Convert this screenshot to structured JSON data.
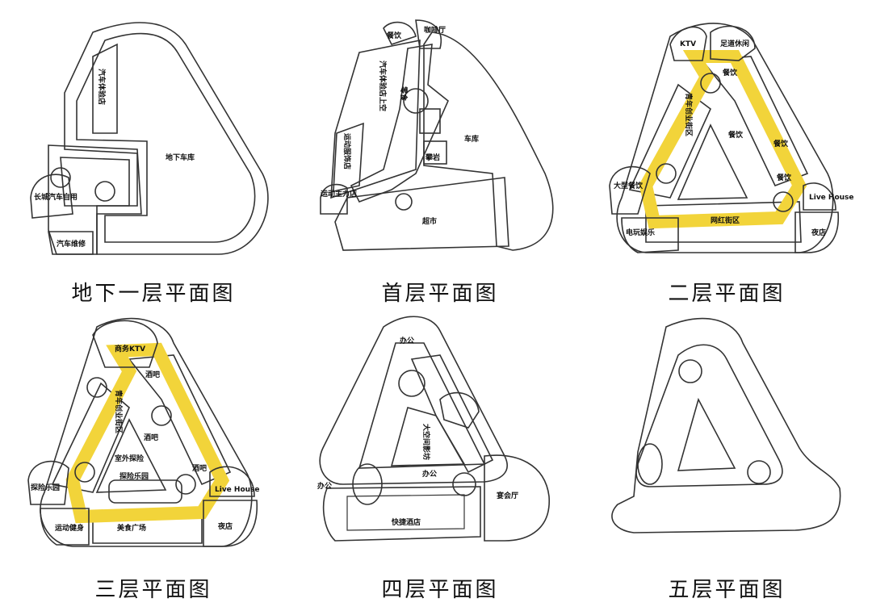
{
  "captions": [
    "地下一层平面图",
    "首层平面图",
    "二层平面图",
    "三层平面图",
    "四层平面图",
    "五层平面图"
  ],
  "b1": {
    "car_exp": "汽车体验店",
    "garage": "地下车库",
    "great_wall": "长城汽车自用",
    "repair": "汽车维修"
  },
  "f1": {
    "food": "餐饮",
    "cafe": "咖啡厅",
    "car_shop": "汽车体验店上空",
    "snacks": "零食",
    "sport_gear": "运动服饰店",
    "sport_main": "运动主力店",
    "rock": "攀岩",
    "garage": "车库",
    "market": "超市"
  },
  "f2": {
    "ktv": "KTV",
    "foot": "足道休闲",
    "food1": "餐饮",
    "food2": "餐饮",
    "food3": "餐饮",
    "food4": "餐饮",
    "youth": "青年创业街区",
    "big_food": "大型餐饮",
    "live": "Live House",
    "net": "网红街区",
    "arcade": "电玩娱乐",
    "night": "夜店"
  },
  "f3": {
    "ktv": "商务KTV",
    "bar1": "酒吧",
    "bar2": "酒吧",
    "bar3": "酒吧",
    "youth": "青年创业街区",
    "outdoor": "室外探险",
    "park": "探险乐园",
    "park2": "探险乐园",
    "live": "Live House",
    "gym": "运动健身",
    "food_plaza": "美食广场",
    "night": "夜店"
  },
  "f4": {
    "office1": "办公",
    "office2": "办公",
    "office3": "办公",
    "bigroom": "大空间影坊",
    "banquet": "宴会厅",
    "hotel": "快捷酒店"
  },
  "colors": {
    "yellow": "#f2d43a",
    "orange": "#f0a35c",
    "pink": "#e88a85",
    "salmon": "#f4b49a",
    "purple": "#c8a8d8",
    "blue": "#8fb3e0",
    "lightblue": "#bfe0ec",
    "green": "#b8d89a",
    "gray": "#c8cdd2",
    "red": "#d9524c"
  }
}
